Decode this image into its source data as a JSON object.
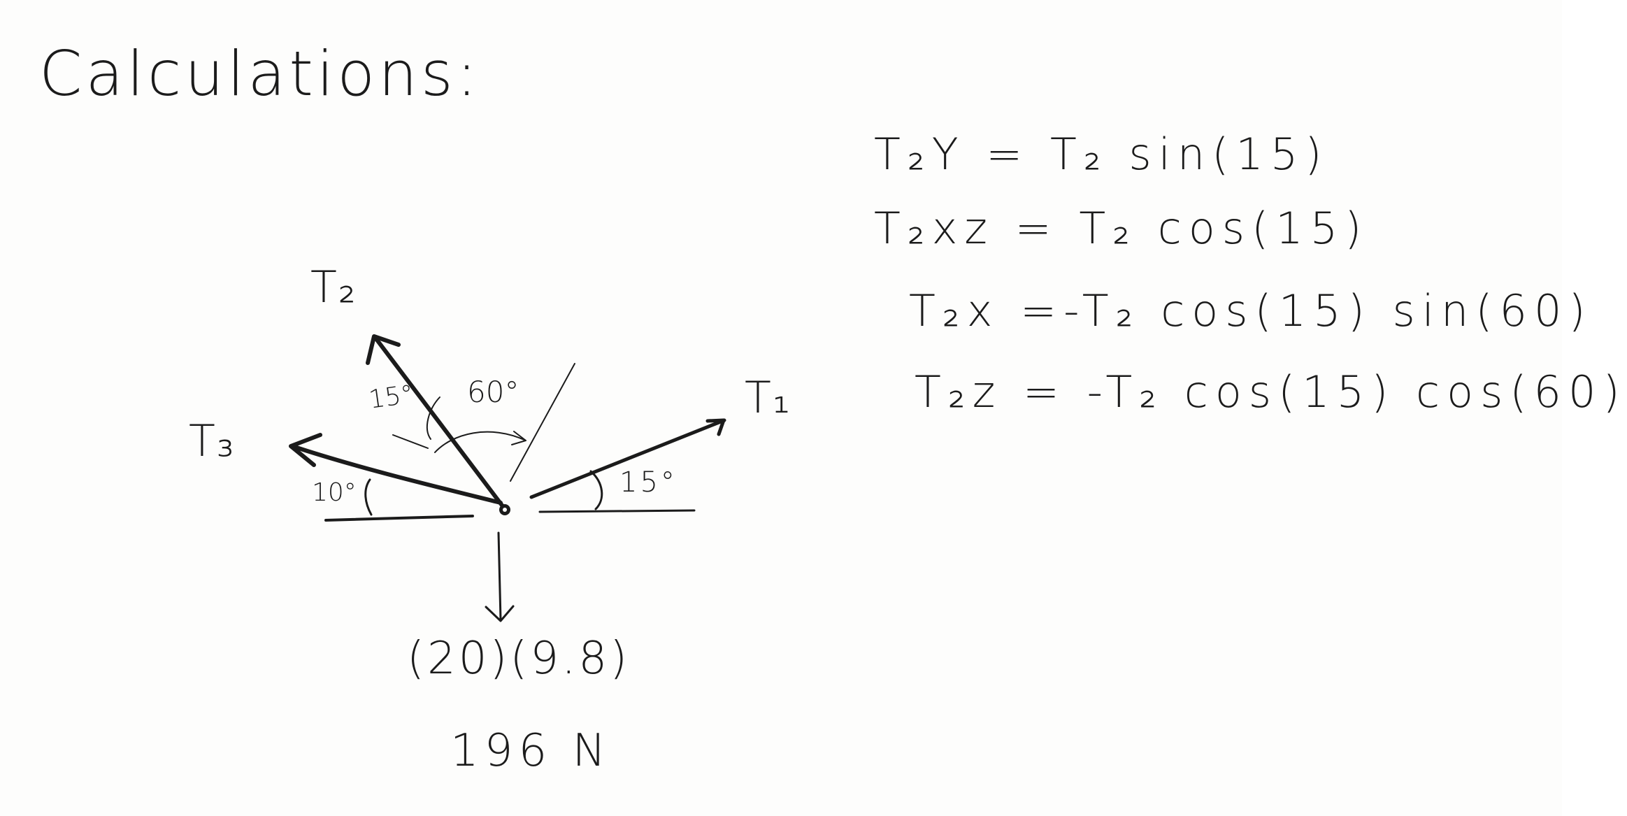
{
  "heading": "Calculations:",
  "equations": [
    "T₂Y = T₂ sin(15)",
    "T₂xz = T₂ cos(15)",
    "T₂x =-T₂ cos(15) sin(60)",
    "T₂z = -T₂ cos(15) cos(60)"
  ],
  "forces": {
    "t1": "T₁",
    "t2": "T₂",
    "t3": "T₃"
  },
  "angles": {
    "t2_from_reference": "15°",
    "t2_around": "60°",
    "t3_from_horizontal": "10°",
    "t1_from_horizontal": "15°"
  },
  "weight": {
    "expression": "(20)(9.8)",
    "result": "196 N"
  },
  "icons": {
    "arrowheads": "arrowhead-icon",
    "origin": "point-icon"
  }
}
